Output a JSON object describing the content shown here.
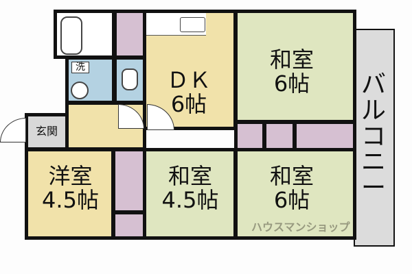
{
  "colors": {
    "tatami": "#dfe6c0",
    "dk_floor": "#f1e2aa",
    "closet": "#d6c0d2",
    "wet_area": "#b4d2e2",
    "balcony": "#dcdcdc",
    "genkan": "#d8d8d8",
    "wall": "#111111"
  },
  "rooms": {
    "dk": {
      "name": "ＤＫ",
      "size": "6帖"
    },
    "washitsu_top": {
      "name": "和室",
      "size": "6帖"
    },
    "washitsu_mid": {
      "name": "和室",
      "size": "4.5帖"
    },
    "washitsu_right": {
      "name": "和室",
      "size": "6帖"
    },
    "youshitsu": {
      "name": "洋室",
      "size": "4.5帖"
    },
    "balcony": {
      "name": "バルコニー"
    },
    "genkan": {
      "name": "玄関"
    },
    "washer": {
      "name": "洗"
    }
  },
  "watermark": "ハウスマンショップ"
}
